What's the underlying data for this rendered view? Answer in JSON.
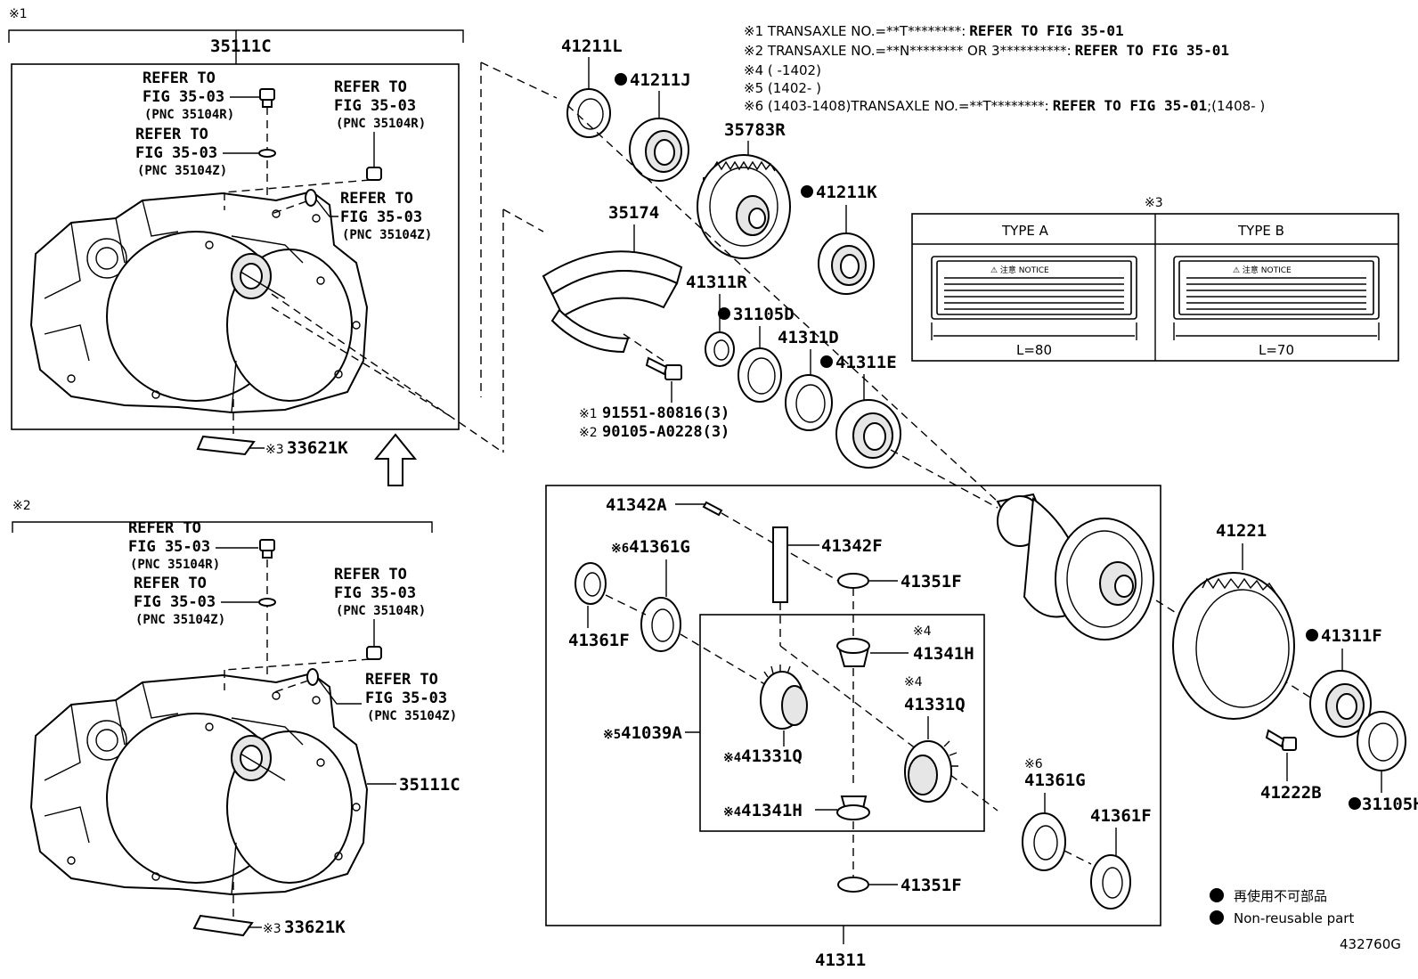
{
  "notes": {
    "n1_mark": "※1",
    "n1_text": "TRANSAXLE NO.=**T********:",
    "n1_ref": "REFER TO FIG 35-01",
    "n2_mark": "※2",
    "n2_text": "TRANSAXLE NO.=**N******** OR 3**********:",
    "n2_ref": "REFER TO FIG 35-01",
    "n4": "※4 (      -1402)",
    "n5": "※5 (1402-      )",
    "n6_text": "※6 (1403-1408)TRANSAXLE NO.=**T********:",
    "n6_ref": "REFER TO FIG 35-01",
    "n6_tail": ";(1408-      )"
  },
  "group1": {
    "mark": "※1",
    "title": "35111C",
    "ref1_a": "REFER TO",
    "ref1_b": "FIG 35-03",
    "ref1_c": "(PNC 35104R)",
    "ref2_a": "REFER TO",
    "ref2_b": "FIG 35-03",
    "ref2_c": "(PNC 35104Z)",
    "ref3_a": "REFER TO",
    "ref3_b": "FIG 35-03",
    "ref3_c": "(PNC 35104R)",
    "ref4_a": "REFER TO",
    "ref4_b": "FIG 35-03",
    "ref4_c": "(PNC 35104Z)",
    "label_mark": "※3",
    "label_part": "33621K"
  },
  "group2": {
    "mark": "※2",
    "ref1_a": "REFER TO",
    "ref1_b": "FIG 35-03",
    "ref1_c": "(PNC 35104R)",
    "ref2_a": "REFER TO",
    "ref2_b": "FIG 35-03",
    "ref2_c": "(PNC 35104Z)",
    "ref3_a": "REFER TO",
    "ref3_b": "FIG 35-03",
    "ref3_c": "(PNC 35104R)",
    "ref4_a": "REFER TO",
    "ref4_b": "FIG 35-03",
    "ref4_c": "(PNC 35104Z)",
    "case_label": "35111C",
    "label_mark": "※3",
    "label_part": "33621K"
  },
  "parts": {
    "p41211L": "41211L",
    "p41211J": "41211J",
    "p35783R": "35783R",
    "p41211K": "41211K",
    "p35174": "35174",
    "p41311R": "41311R",
    "p31105D": "31105D",
    "p41311D": "41311D",
    "p41311E": "41311E",
    "bolt1_mark": "※1",
    "bolt1": "91551-80816(3)",
    "bolt2_mark": "※2",
    "bolt2": "90105-A0228(3)",
    "p41221": "41221",
    "p41311F": "41311F",
    "p41222B": "41222B",
    "p31105H": "31105H"
  },
  "diff": {
    "p41342A": "41342A",
    "p41342F": "41342F",
    "g_mark": "※6",
    "p41361G_a": "41361G",
    "p41361F_a": "41361F",
    "p41351F_a": "41351F",
    "h_mark_a": "※4",
    "p41341H_a": "41341H",
    "q_mark_a": "※4",
    "p41331Q_a": "41331Q",
    "asm_mark": "※5",
    "p41039A": "41039A",
    "q_mark_b": "※4",
    "p41331Q_b": "41331Q",
    "h_mark_b": "※4",
    "p41341H_b": "41341H",
    "p41351F_b": "41351F",
    "g_mark_b": "※6",
    "p41361G_b": "41361G",
    "p41361F_b": "41361F",
    "assembly": "41311"
  },
  "label_table": {
    "mark": "※3",
    "type_a": "TYPE A",
    "type_b": "TYPE B",
    "notice_a": "⚠ 注意  NOTICE",
    "notice_b": "⚠ 注意  NOTICE",
    "len_a": "L=80",
    "len_b": "L=70"
  },
  "legend": {
    "jp": "再使用不可部品",
    "en": "Non-reusable part"
  },
  "figure_id": "432760G"
}
